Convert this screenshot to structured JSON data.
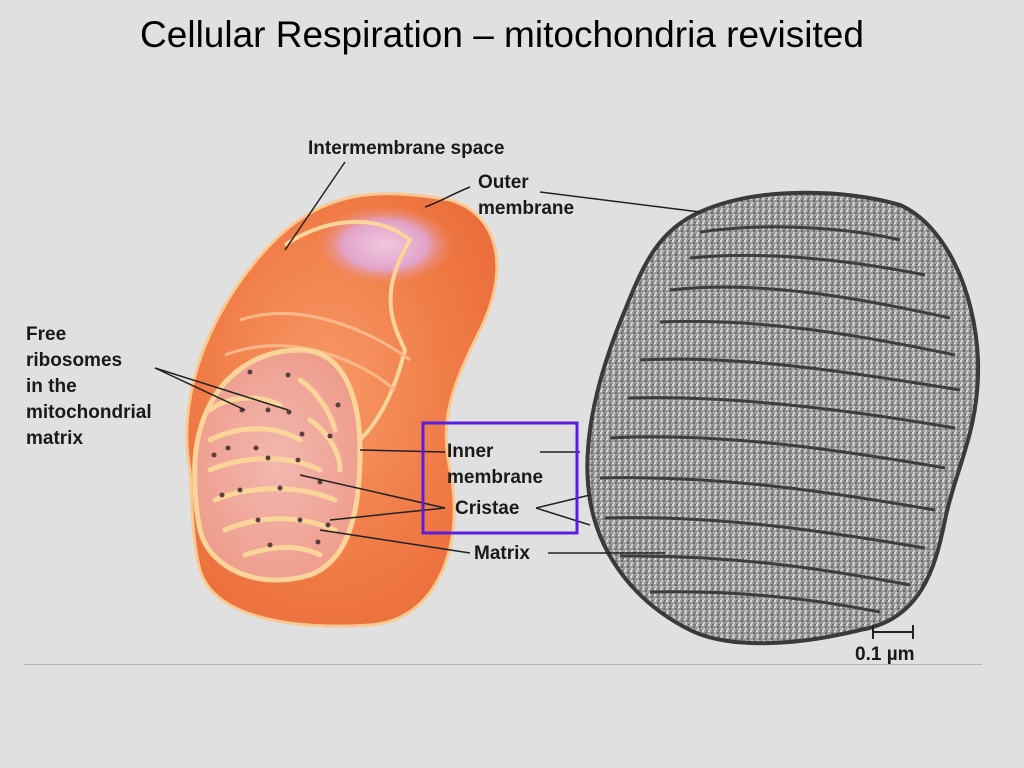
{
  "slide": {
    "title": "Cellular Respiration – mitochondria revisited"
  },
  "diagram": {
    "labels": {
      "intermembrane_space": "Intermembrane space",
      "outer_membrane": [
        "Outer",
        "membrane"
      ],
      "free_ribosomes": [
        "Free",
        "ribosomes",
        "in the",
        "mitochondrial",
        "matrix"
      ],
      "inner_membrane": [
        "Inner",
        "membrane"
      ],
      "cristae": "Cristae",
      "matrix": "Matrix",
      "scale_bar": "0.1 µm"
    },
    "colors": {
      "mitochondrion_outer": "#f07a45",
      "mitochondrion_inner": "#f4a070",
      "membrane_edge": "#fbd49a",
      "matrix_fill": "#f0a8a0",
      "intermembrane_glow": "#e6b4e0",
      "highlight_box": "#5a1ee0",
      "micrograph_gray": "#8a8a8a"
    }
  }
}
